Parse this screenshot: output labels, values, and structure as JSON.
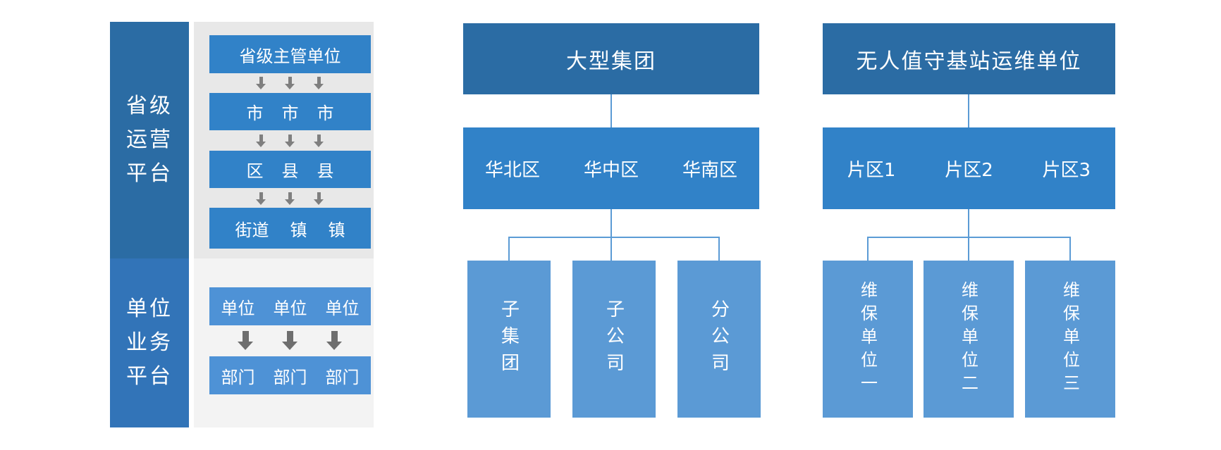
{
  "colors": {
    "dark_blue": "#2B6CA4",
    "medium_blue": "#3182C8",
    "sidebar_bottom_blue": "#3274B8",
    "light_child_blue": "#5B9AD5",
    "left_bottom_row_blue": "#4E92D6",
    "gray_panel_top": "#E8E8E8",
    "gray_panel_bottom": "#F3F3F3",
    "arrow_gray": "#7F7F7F",
    "thick_arrow_gray": "#6E6E6E",
    "connector_blue": "#5B9BD5",
    "text_color": "#FFFFFF"
  },
  "left_panel": {
    "top_section_label": {
      "full": "省级运营平台",
      "lines": [
        "省级",
        "运营",
        "平台"
      ]
    },
    "bottom_section_label": {
      "full": "单位业务平台",
      "lines": [
        "单位",
        "业务",
        "平台"
      ]
    },
    "top_rows": [
      {
        "cells": [
          "省级主管单位"
        ]
      },
      {
        "cells": [
          "市",
          "市",
          "市"
        ]
      },
      {
        "cells": [
          "区",
          "县",
          "县"
        ]
      },
      {
        "cells": [
          "街道",
          "镇",
          "镇"
        ]
      }
    ],
    "bottom_rows": [
      {
        "cells": [
          "单位",
          "单位",
          "单位"
        ]
      },
      {
        "cells": [
          "部门",
          "部门",
          "部门"
        ]
      }
    ]
  },
  "group_chart": {
    "root_label": "大型集团",
    "region_labels": [
      "华北区",
      "华中区",
      "华南区"
    ],
    "child_labels": [
      "子集团",
      "子公司",
      "分公司"
    ]
  },
  "station_chart": {
    "root_label": "无人值守基站运维单位",
    "region_labels": [
      "片区1",
      "片区2",
      "片区3"
    ],
    "child_labels": [
      "维保单位一",
      "维保单位二",
      "维保单位三"
    ]
  }
}
